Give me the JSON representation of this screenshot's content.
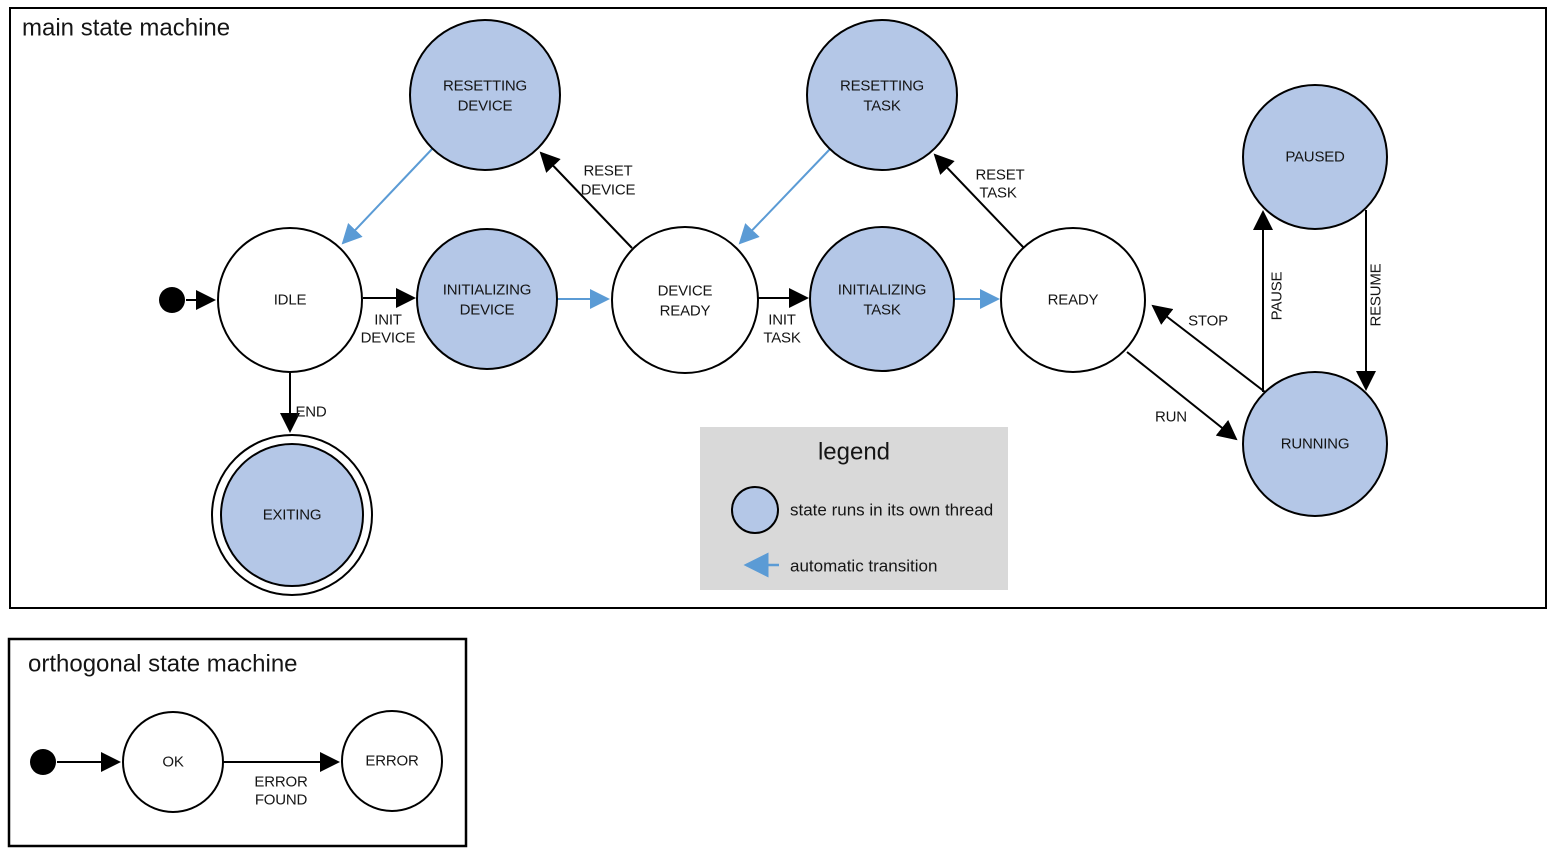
{
  "colors": {
    "state_fill": "#b4c7e7",
    "auto_transition": "#5b9bd5",
    "legend_bg": "#d9d9d9",
    "stroke": "#000000"
  },
  "main": {
    "title": "main state machine",
    "states": {
      "idle": {
        "lines": [
          "IDLE"
        ]
      },
      "resetting_device": {
        "lines": [
          "RESETTING",
          "DEVICE"
        ]
      },
      "initializing_device": {
        "lines": [
          "INITIALIZING",
          "DEVICE"
        ]
      },
      "device_ready": {
        "lines": [
          "DEVICE",
          "READY"
        ]
      },
      "resetting_task": {
        "lines": [
          "RESETTING",
          "TASK"
        ]
      },
      "initializing_task": {
        "lines": [
          "INITIALIZING",
          "TASK"
        ]
      },
      "ready": {
        "lines": [
          "READY"
        ]
      },
      "paused": {
        "lines": [
          "PAUSED"
        ]
      },
      "running": {
        "lines": [
          "RUNNING"
        ]
      },
      "exiting": {
        "lines": [
          "EXITING"
        ]
      }
    },
    "transitions": {
      "init_device": {
        "lines": [
          "INIT",
          "DEVICE"
        ]
      },
      "reset_device": {
        "lines": [
          "RESET",
          "DEVICE"
        ]
      },
      "init_task": {
        "lines": [
          "INIT",
          "TASK"
        ]
      },
      "reset_task": {
        "lines": [
          "RESET",
          "TASK"
        ]
      },
      "end": {
        "label": "END"
      },
      "run": {
        "label": "RUN"
      },
      "stop": {
        "label": "STOP"
      },
      "pause": {
        "label": "PAUSE"
      },
      "resume": {
        "label": "RESUME"
      }
    }
  },
  "legend": {
    "title": "legend",
    "thread_item": "state runs in its own thread",
    "auto_item": "automatic transition"
  },
  "orthogonal": {
    "title": "orthogonal state machine",
    "states": {
      "ok": {
        "lines": [
          "OK"
        ]
      },
      "error": {
        "lines": [
          "ERROR"
        ]
      }
    },
    "transitions": {
      "error_found": {
        "lines": [
          "ERROR",
          "FOUND"
        ]
      }
    }
  }
}
